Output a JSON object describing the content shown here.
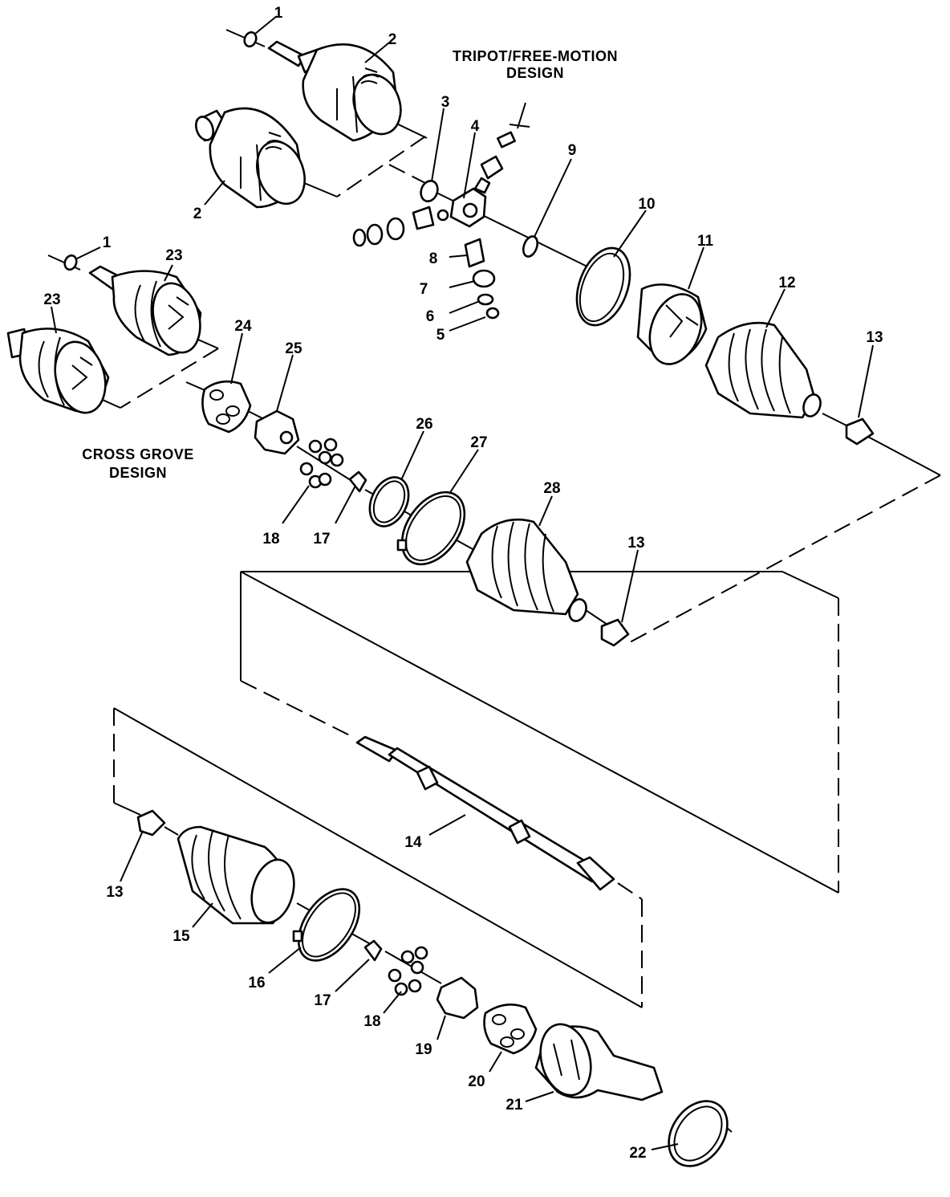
{
  "captions": {
    "tripot_line1": "TRIPOT/FREE-MOTION",
    "tripot_line2": "DESIGN",
    "cross_line1": "CROSS GROVE",
    "cross_line2": "DESIGN"
  },
  "callouts": {
    "c1a": "1",
    "c1b": "1",
    "c2a": "2",
    "c2b": "2",
    "c3": "3",
    "c4": "4",
    "c5": "5",
    "c6": "6",
    "c7": "7",
    "c8": "8",
    "c9": "9",
    "c10": "10",
    "c11": "11",
    "c12": "12",
    "c13a": "13",
    "c13b": "13",
    "c13c": "13",
    "c14": "14",
    "c15": "15",
    "c16": "16",
    "c17a": "17",
    "c17b": "17",
    "c18a": "18",
    "c18b": "18",
    "c19": "19",
    "c20": "20",
    "c21": "21",
    "c22": "22",
    "c23a": "23",
    "c23b": "23",
    "c24": "24",
    "c25": "25",
    "c26": "26",
    "c27": "27",
    "c28": "28"
  }
}
